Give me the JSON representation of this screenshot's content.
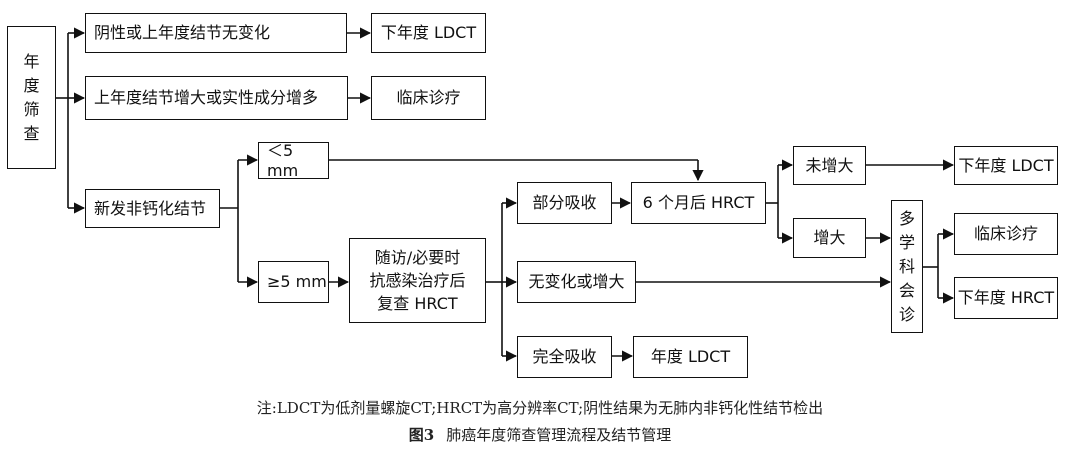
{
  "nodes": {
    "annual_screening": [
      "年",
      "度",
      "筛",
      "查"
    ],
    "negative_or_stable": "阴性或上年度结节无变化",
    "next_ldct_1": "下年度 LDCT",
    "growing_or_solid": "上年度结节增大或实性成分增多",
    "clinical_1": "临床诊疗",
    "new_noncalcified": "新发非钙化结节",
    "lt5": "＜5 mm",
    "ge5": "≥5 mm",
    "followup": [
      "随访/必要时",
      "抗感染治疗后",
      "复查 HRCT"
    ],
    "partial_absorb": "部分吸收",
    "hrct_6m": "6 个月后 HRCT",
    "no_growth": "未增大",
    "next_ldct_2": "下年度 LDCT",
    "growth": "增大",
    "mdt": [
      "多",
      "学",
      "科",
      "会",
      "诊"
    ],
    "clinical_2": "临床诊疗",
    "next_hrct": "下年度 HRCT",
    "unchanged_or_growing": "无变化或增大",
    "complete_absorb": "完全吸收",
    "annual_ldct": "年度 LDCT"
  },
  "note": "注:LDCT为低剂量螺旋CT;HRCT为高分辨率CT;阴性结果为无肺内非钙化性结节检出",
  "figure_label": "图3",
  "figure_title": "肺癌年度筛查管理流程及结节管理"
}
